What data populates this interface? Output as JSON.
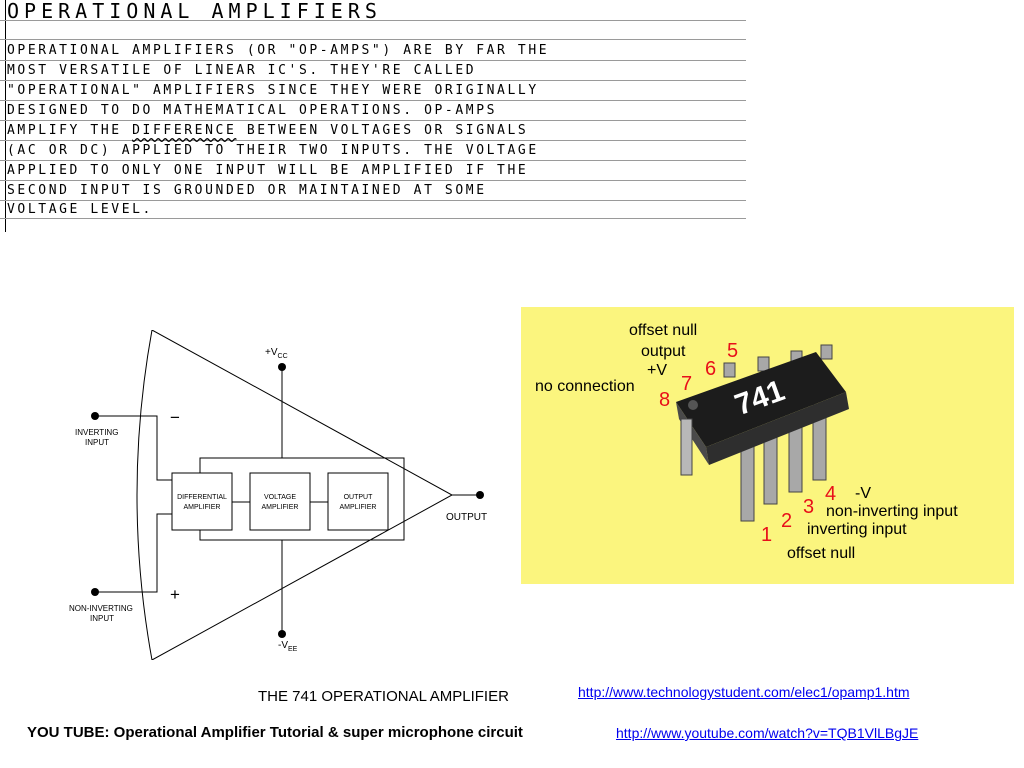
{
  "notes": {
    "title": "OPERATIONAL  AMPLIFIERS",
    "lines": [
      {
        "text": "OPERATIONAL  AMPLIFIERS  (OR \"OP-AMPS\")  ARE  BY  FAR  THE"
      },
      {
        "text": "MOST   VERSATILE   OF   LINEAR   IC'S.   THEY'RE   CALLED"
      },
      {
        "text": "\"OPERATIONAL\"  AMPLIFIERS  SINCE  THEY  WERE  ORIGINALLY"
      },
      {
        "text": "DESIGNED  TO  DO  MATHEMATICAL  OPERATIONS.  OP-AMPS"
      },
      {
        "before": "AMPLIFY  THE  ",
        "emph": "DIFFERENCE",
        "after": "  BETWEEN  VOLTAGES  OR  SIGNALS"
      },
      {
        "text": "(AC  OR  DC)  APPLIED  TO  THEIR  TWO  INPUTS.  THE  VOLTAGE"
      },
      {
        "text": "APPLIED  TO  ONLY  ONE  INPUT  WILL  BE  AMPLIFIED  IF THE"
      },
      {
        "text": "SECOND  INPUT  IS  GROUNDED  OR  MAINTAINED  AT  SOME"
      },
      {
        "text": "VOLTAGE  LEVEL."
      }
    ]
  },
  "diagram": {
    "vcc": "+V",
    "vcc_sub": "CC",
    "vee": "-V",
    "vee_sub": "EE",
    "inverting_1": "INVERTING",
    "inverting_2": "INPUT",
    "noninverting_1": "NON-INVERTING",
    "noninverting_2": "INPUT",
    "minus": "−",
    "plus": "+",
    "diff_1": "DIFFERENTIAL",
    "diff_2": "AMPLIFIER",
    "volt_1": "VOLTAGE",
    "volt_2": "AMPLIFIER",
    "out_1": "OUTPUT",
    "out_2": "AMPLIFIER",
    "output": "OUTPUT"
  },
  "chip": {
    "chip_text": "741",
    "pins_top": [
      {
        "name": "offset null",
        "num": "5"
      },
      {
        "name": "output",
        "num": "6"
      },
      {
        "name": "+V",
        "num": "7"
      },
      {
        "name": "no connection",
        "num": "8"
      }
    ],
    "pins_bottom": [
      {
        "name": "-V",
        "num": "4"
      },
      {
        "name": "non-inverting input",
        "num": "3"
      },
      {
        "name": "inverting input",
        "num": "2"
      },
      {
        "name": "offset null",
        "num": "1"
      }
    ],
    "colors": {
      "background": "#fbf57e",
      "pin_number": "#e8101a",
      "body": "#1c1c1c"
    }
  },
  "caption": "THE 741 OPERATIONAL AMPLIFIER",
  "links": {
    "technologystudent": "http://www.technologystudent.com/elec1/opamp1.htm",
    "youtube": "http://www.youtube.com/watch?v=TQB1VlLBgJE"
  },
  "youtube_label": "YOU TUBE: Operational Amplifier Tutorial & super microphone circuit"
}
